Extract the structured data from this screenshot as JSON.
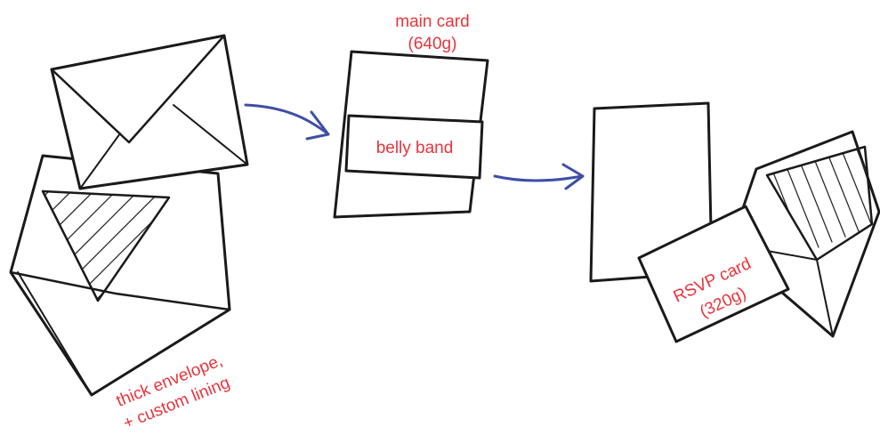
{
  "labels": {
    "main_card_line1": "main card",
    "main_card_line2": "(640g)",
    "belly_band": "belly band",
    "rsvp_line1": "RSVP card",
    "rsvp_line2": "(320g)",
    "envelope_line1": "thick envelope,",
    "envelope_line2": "+ custom lining"
  },
  "colors": {
    "label": "#e8343b",
    "arrow": "#3f4ea6",
    "ink": "#1a1a1a",
    "paper": "#ffffff"
  }
}
